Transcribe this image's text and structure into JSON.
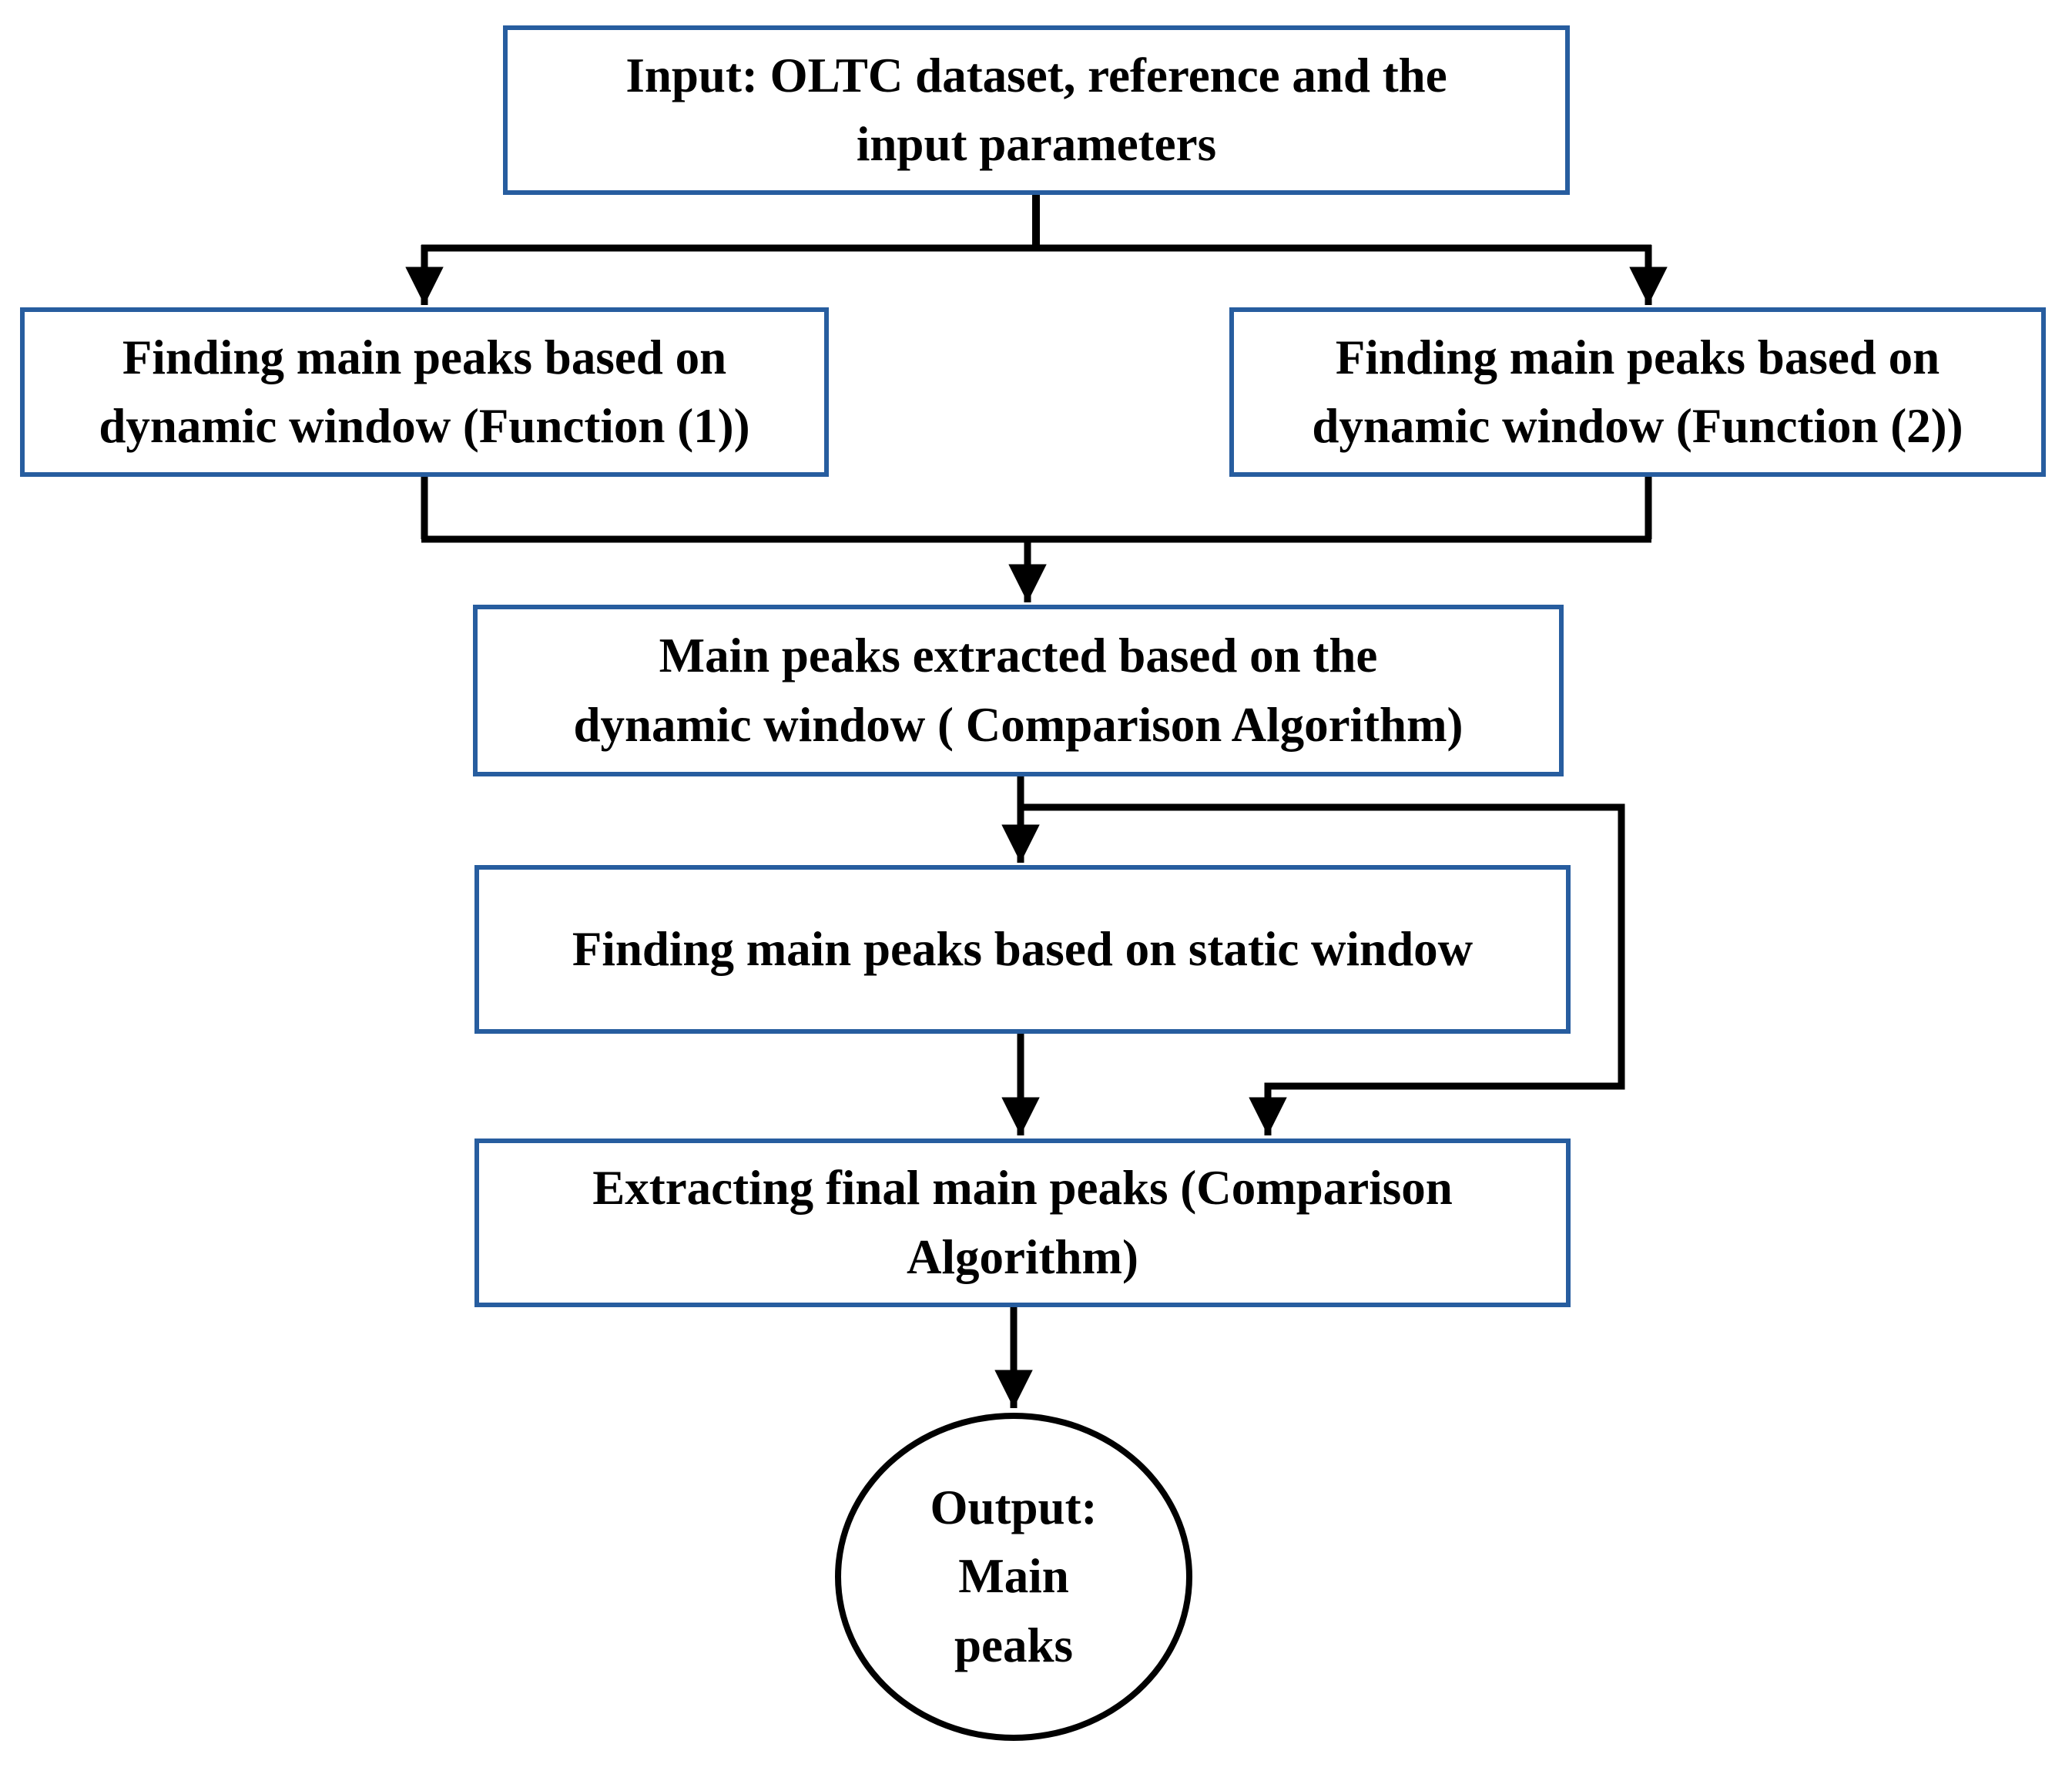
{
  "page": {
    "background": "#ffffff",
    "colors": {
      "box_border": "#275d9f",
      "box_fill": "#ffffff",
      "connector": "#000000",
      "ellipse_border": "#000000",
      "text": "#000000"
    },
    "nodes": {
      "input": {
        "label": "Input: OLTC dataset, reference and the\ninput parameters"
      },
      "function1": {
        "label": "Finding main peaks based on\ndynamic window (Function (1))"
      },
      "function2": {
        "label": "Finding main peaks based on\ndynamic window (Function (2))"
      },
      "dynamic_result": {
        "label": "Main peaks extracted based on the\ndynamic window ( Comparison Algorithm)"
      },
      "static_window": {
        "label": "Finding main peaks based on static window"
      },
      "final_extract": {
        "label": "Extracting final main peaks (Comparison\nAlgorithm)"
      },
      "output": {
        "label": "Output:\nMain\npeaks"
      }
    }
  }
}
